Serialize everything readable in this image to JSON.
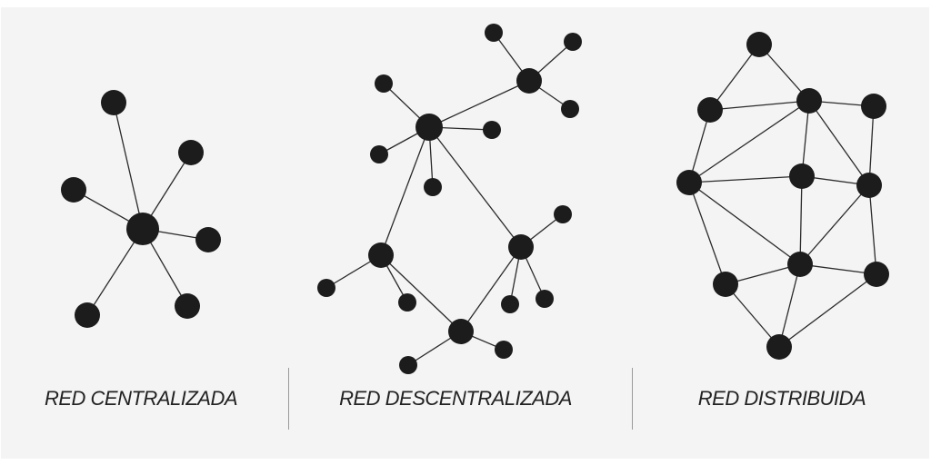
{
  "labels": {
    "centralized": "RED CENTRALIZADA",
    "decentralized": "RED DESCENTRALIZADA",
    "distributed": "RED DISTRIBUIDA"
  },
  "colors": {
    "node": "#1c1c1c",
    "edge": "#2a2a2a",
    "background": "#f4f4f4"
  },
  "networks": {
    "centralized": {
      "edges": [
        [
          "c",
          "a"
        ],
        [
          "c",
          "b"
        ],
        [
          "c",
          "d"
        ],
        [
          "c",
          "e"
        ],
        [
          "c",
          "f"
        ],
        [
          "c",
          "g"
        ]
      ]
    },
    "decentralized": {
      "edges": [
        [
          "A",
          "a1"
        ],
        [
          "A",
          "a2"
        ],
        [
          "A",
          "a3"
        ],
        [
          "A",
          "a4"
        ],
        [
          "A",
          "B"
        ],
        [
          "B",
          "b1"
        ],
        [
          "B",
          "b2"
        ],
        [
          "B",
          "b3"
        ],
        [
          "A",
          "C"
        ],
        [
          "A",
          "D"
        ],
        [
          "C",
          "c1"
        ],
        [
          "C",
          "c2"
        ],
        [
          "D",
          "d1"
        ],
        [
          "D",
          "d2"
        ],
        [
          "D",
          "d3"
        ],
        [
          "C",
          "E"
        ],
        [
          "D",
          "E"
        ],
        [
          "E",
          "e1"
        ],
        [
          "E",
          "e2"
        ]
      ]
    },
    "distributed": {
      "edges": [
        [
          "n1",
          "n2"
        ],
        [
          "n1",
          "n3"
        ],
        [
          "n2",
          "n3"
        ],
        [
          "n3",
          "n4"
        ],
        [
          "n2",
          "n5"
        ],
        [
          "n3",
          "n5"
        ],
        [
          "n3",
          "n6"
        ],
        [
          "n3",
          "n7"
        ],
        [
          "n4",
          "n7"
        ],
        [
          "n5",
          "n6"
        ],
        [
          "n6",
          "n7"
        ],
        [
          "n5",
          "n8"
        ],
        [
          "n5",
          "n9"
        ],
        [
          "n6",
          "n9"
        ],
        [
          "n7",
          "n9"
        ],
        [
          "n7",
          "n10"
        ],
        [
          "n8",
          "n9"
        ],
        [
          "n8",
          "n11"
        ],
        [
          "n9",
          "n10"
        ],
        [
          "n9",
          "n11"
        ],
        [
          "n10",
          "n11"
        ]
      ]
    }
  }
}
